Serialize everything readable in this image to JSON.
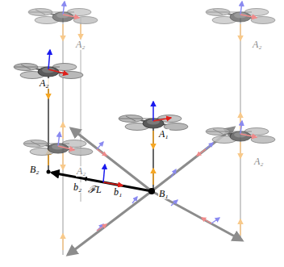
{
  "diagram": {
    "labels": [
      "A₂",
      "A₂",
      "A₂",
      "A₁",
      "A₂",
      "A₂",
      "B₂",
      "B₁",
      "b₂",
      "ℱL",
      "b₁"
    ]
  }
}
